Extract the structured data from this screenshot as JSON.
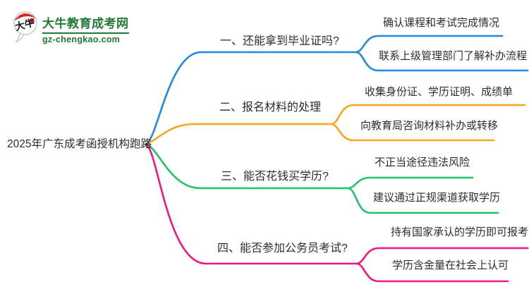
{
  "page": {
    "background": "#ffffff"
  },
  "logo": {
    "icon_text": "大牛",
    "site_name": "大牛教育成考网",
    "site_domain": "gz-chengkao.com",
    "brand_color": "#1E7A34",
    "icon_accent_color": "#D5281E"
  },
  "mindmap": {
    "root_label": "2025年广东成考函授机构跑路",
    "branches": [
      {
        "label": "一、还能拿到毕业证吗?",
        "color": "#1E88E5",
        "children": [
          "确认课程和考试完成情况",
          "联系上级管理部门了解补办流程"
        ]
      },
      {
        "label": "二、报名材料的处理",
        "color": "#F8A51B",
        "children": [
          "收集身份证、学历证明、成绩单",
          "向教育局咨询材料补办或转移"
        ]
      },
      {
        "label": "三、能否花钱买学历?",
        "color": "#24C268",
        "children": [
          "不正当途径违法风险",
          "建议通过正规渠道获取学历"
        ]
      },
      {
        "label": "四、能否参加公务员考试?",
        "color": "#F5157E",
        "children": [
          "持有国家承认的学历即可报考",
          "学历含金量在社会上认可"
        ]
      }
    ]
  }
}
